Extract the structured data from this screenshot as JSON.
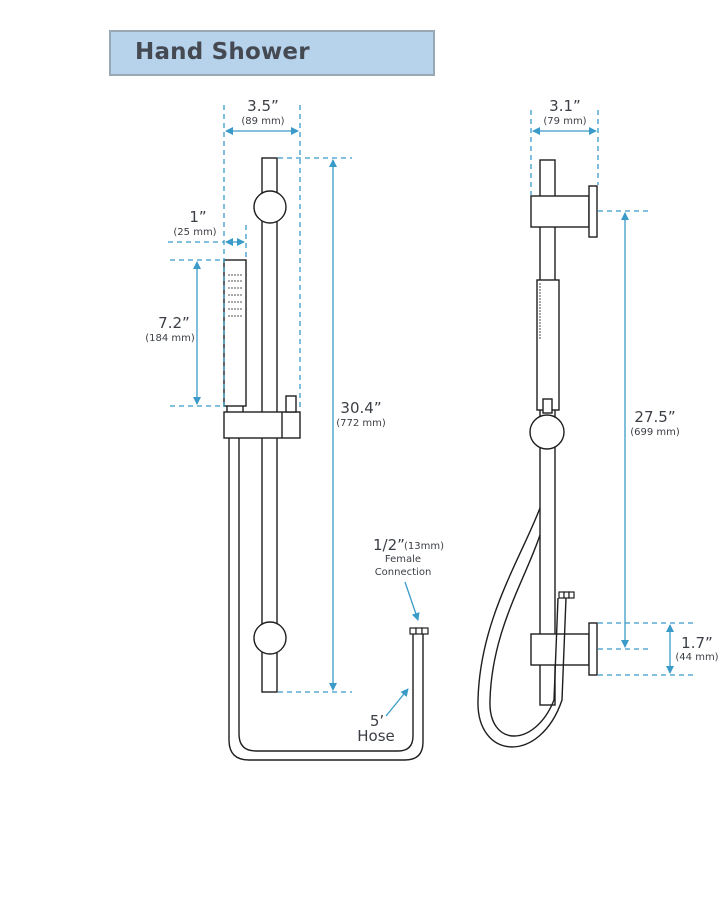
{
  "title": "Hand Shower",
  "colors": {
    "title_bg": "#b7d3ec",
    "title_border": "#9aa8b4",
    "dimension_line": "#3a9bc9",
    "outline": "#1e1e1e",
    "text": "#3b3f45"
  },
  "front_view": {
    "width_dim": {
      "value": "3.5”",
      "metric": "(89 mm)"
    },
    "handle_width_dim": {
      "value": "1”",
      "metric": "(25 mm)"
    },
    "handle_height_dim": {
      "value": "7.2”",
      "metric": "(184 mm)"
    },
    "rail_height_dim": {
      "value": "30.4”",
      "metric": "(772 mm)"
    },
    "connection_note": {
      "value": "1/2”",
      "metric": "(13mm)",
      "line1": "Female",
      "line2": "Connection"
    },
    "hose_note": {
      "line1": "5’",
      "line2": "Hose"
    }
  },
  "side_view": {
    "depth_dim": {
      "value": "3.1”",
      "metric": "(79 mm)"
    },
    "mount_spacing_dim": {
      "value": "27.5”",
      "metric": "(699 mm)"
    },
    "flange_dim": {
      "value": "1.7”",
      "metric": "(44 mm)"
    }
  }
}
